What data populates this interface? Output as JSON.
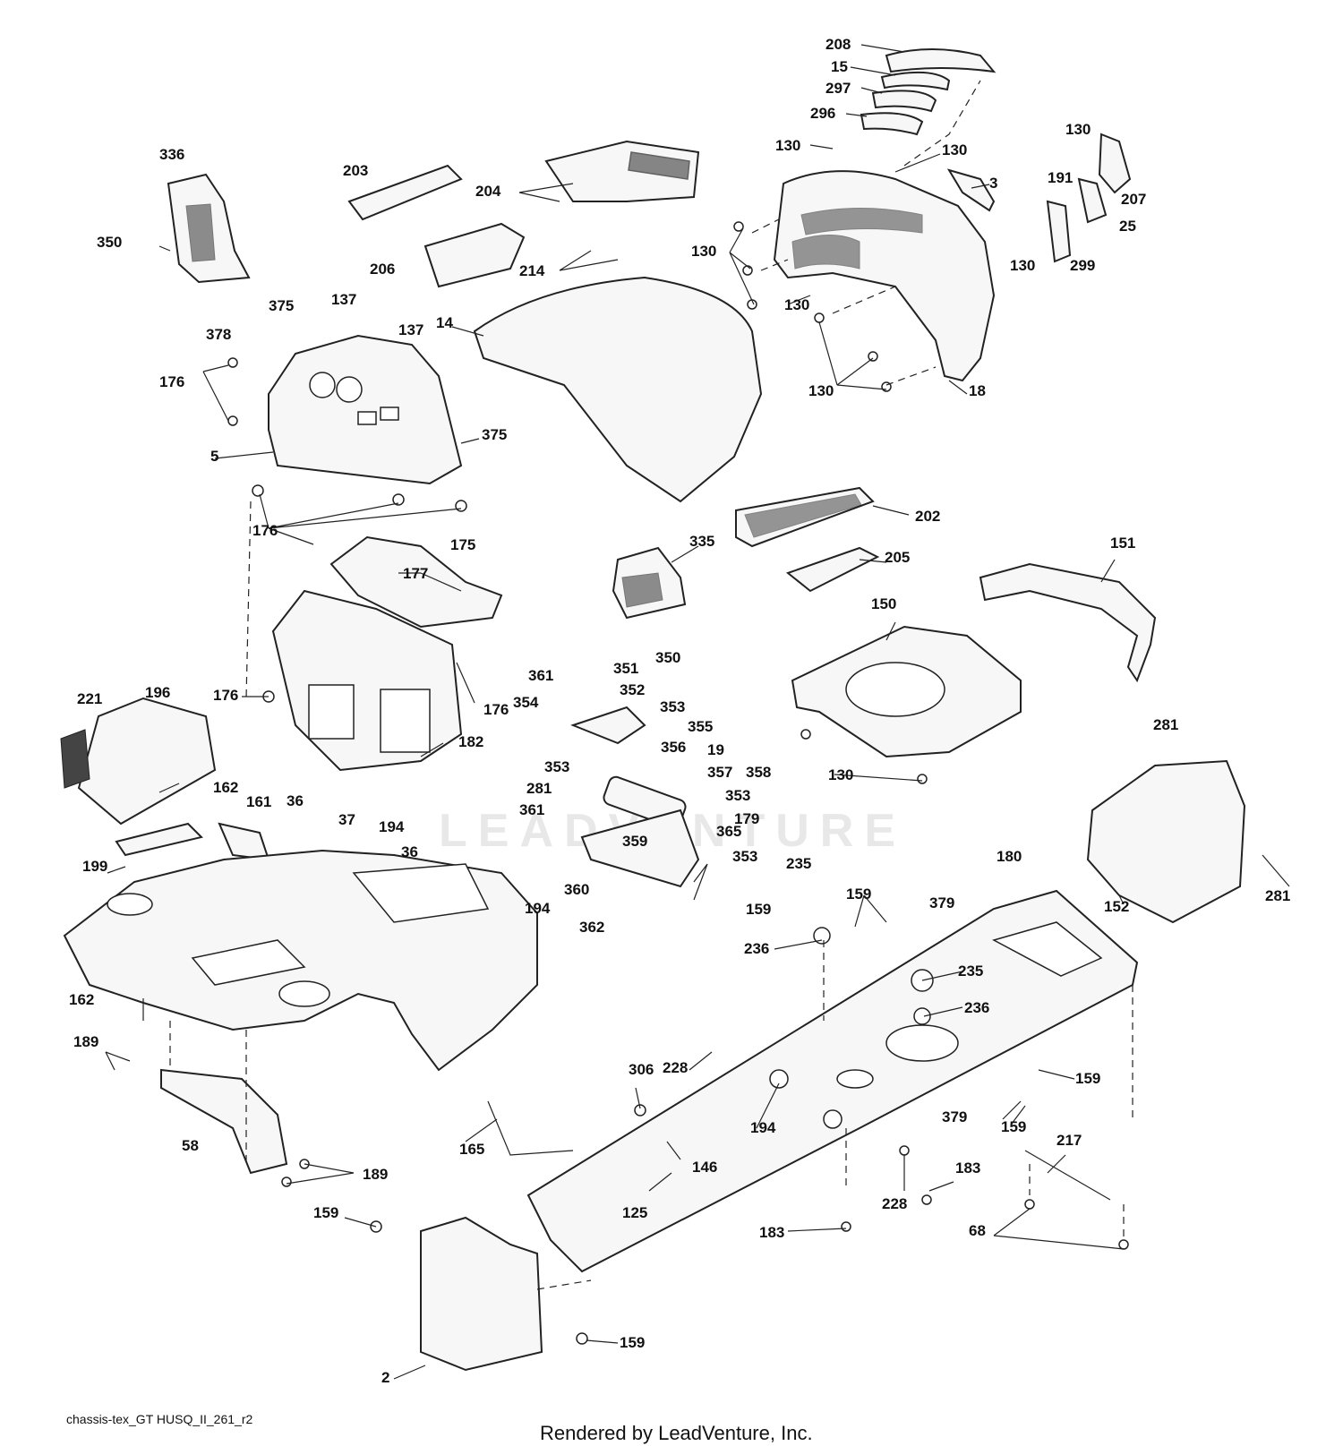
{
  "diagram": {
    "callouts": [
      {
        "label": "208"
      },
      {
        "label": "15"
      },
      {
        "label": "297"
      },
      {
        "label": "296"
      },
      {
        "label": "130"
      },
      {
        "label": "130"
      },
      {
        "label": "130"
      },
      {
        "label": "3"
      },
      {
        "label": "191"
      },
      {
        "label": "207"
      },
      {
        "label": "25"
      },
      {
        "label": "299"
      },
      {
        "label": "130"
      },
      {
        "label": "336"
      },
      {
        "label": "350"
      },
      {
        "label": "203"
      },
      {
        "label": "204"
      },
      {
        "label": "206"
      },
      {
        "label": "214"
      },
      {
        "label": "130"
      },
      {
        "label": "130"
      },
      {
        "label": "130"
      },
      {
        "label": "18"
      },
      {
        "label": "375"
      },
      {
        "label": "137"
      },
      {
        "label": "137"
      },
      {
        "label": "378"
      },
      {
        "label": "14"
      },
      {
        "label": "176"
      },
      {
        "label": "5"
      },
      {
        "label": "375"
      },
      {
        "label": "176"
      },
      {
        "label": "202"
      },
      {
        "label": "175"
      },
      {
        "label": "177"
      },
      {
        "label": "335"
      },
      {
        "label": "205"
      },
      {
        "label": "151"
      },
      {
        "label": "150"
      },
      {
        "label": "350"
      },
      {
        "label": "176"
      },
      {
        "label": "176"
      },
      {
        "label": "182"
      },
      {
        "label": "361"
      },
      {
        "label": "351"
      },
      {
        "label": "352"
      },
      {
        "label": "353"
      },
      {
        "label": "354"
      },
      {
        "label": "355"
      },
      {
        "label": "356"
      },
      {
        "label": "19"
      },
      {
        "label": "357"
      },
      {
        "label": "358"
      },
      {
        "label": "353"
      },
      {
        "label": "353"
      },
      {
        "label": "281"
      },
      {
        "label": "361"
      },
      {
        "label": "179"
      },
      {
        "label": "359"
      },
      {
        "label": "365"
      },
      {
        "label": "353"
      },
      {
        "label": "360"
      },
      {
        "label": "159"
      },
      {
        "label": "362"
      },
      {
        "label": "221"
      },
      {
        "label": "196"
      },
      {
        "label": "162"
      },
      {
        "label": "161"
      },
      {
        "label": "36"
      },
      {
        "label": "37"
      },
      {
        "label": "194"
      },
      {
        "label": "36"
      },
      {
        "label": "199"
      },
      {
        "label": "194"
      },
      {
        "label": "130"
      },
      {
        "label": "281"
      },
      {
        "label": "281"
      },
      {
        "label": "152"
      },
      {
        "label": "235"
      },
      {
        "label": "159"
      },
      {
        "label": "379"
      },
      {
        "label": "180"
      },
      {
        "label": "236"
      },
      {
        "label": "235"
      },
      {
        "label": "236"
      },
      {
        "label": "162"
      },
      {
        "label": "189"
      },
      {
        "label": "228"
      },
      {
        "label": "306"
      },
      {
        "label": "159"
      },
      {
        "label": "379"
      },
      {
        "label": "159"
      },
      {
        "label": "58"
      },
      {
        "label": "165"
      },
      {
        "label": "194"
      },
      {
        "label": "146"
      },
      {
        "label": "189"
      },
      {
        "label": "217"
      },
      {
        "label": "228"
      },
      {
        "label": "183"
      },
      {
        "label": "159"
      },
      {
        "label": "125"
      },
      {
        "label": "183"
      },
      {
        "label": "68"
      },
      {
        "label": "159"
      },
      {
        "label": "2"
      }
    ],
    "watermark": "LEADVENTURE",
    "footer_id": "chassis-tex_GT HUSQ_II_261_r2",
    "footer_credit": "Rendered by LeadVenture, Inc."
  }
}
